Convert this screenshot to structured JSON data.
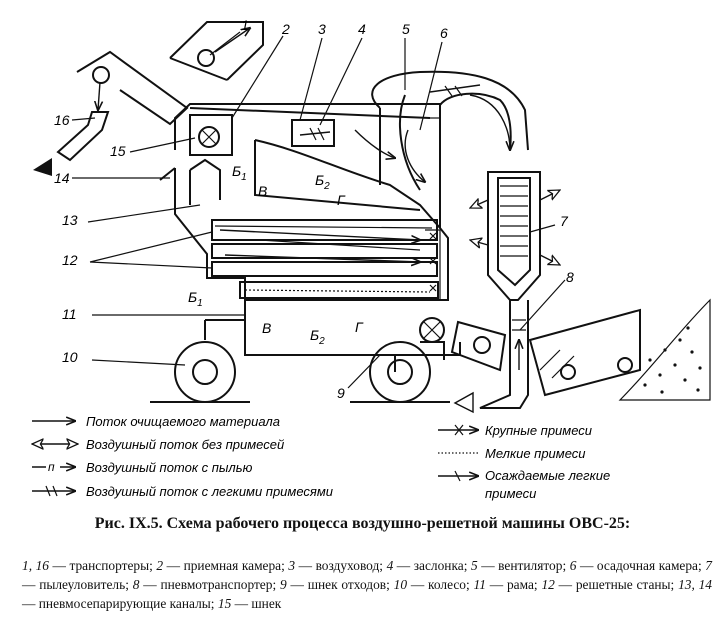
{
  "labels": {
    "n1": "1",
    "n2": "2",
    "n3": "3",
    "n4": "4",
    "n5": "5",
    "n6": "6",
    "n7": "7",
    "n8": "8",
    "n9": "9",
    "n10": "10",
    "n11": "11",
    "n12": "12",
    "n13": "13",
    "n14": "14",
    "n15": "15",
    "n16": "16",
    "b1": "Б",
    "b1_sub": "1",
    "b2": "Б",
    "b2_sub": "2",
    "v": "В",
    "g": "Г"
  },
  "legend": {
    "material": "Поток очищаемого материала",
    "clean_air": "Воздушный поток без примесей",
    "dust_air": "Воздушный поток с пылью",
    "light_air": "Воздушный поток с легкими примесями",
    "coarse": "Крупные примеси",
    "fine": "Мелкие примеси",
    "settled_1": "Осаждаемые легкие",
    "settled_2": "примеси",
    "dust_mark": "п"
  },
  "caption": {
    "title": "Рис. IX.5. Схема рабочего процесса воздушно-решетной машины ОВС-25:",
    "items": [
      {
        "num": "1, 16",
        "text": "транспортеры;"
      },
      {
        "num": "2",
        "text": "приемная камера;"
      },
      {
        "num": "3",
        "text": "воздуховод;"
      },
      {
        "num": "4",
        "text": "заслонка;"
      },
      {
        "num": "5",
        "text": "вентилятор;"
      },
      {
        "num": "6",
        "text": "осадочная камера;"
      },
      {
        "num": "7",
        "text": "пылеуловитель;"
      },
      {
        "num": "8",
        "text": "пневмотранспортер;"
      },
      {
        "num": "9",
        "text": "шнек отходов;"
      },
      {
        "num": "10",
        "text": "колесо;"
      },
      {
        "num": "11",
        "text": "рама;"
      },
      {
        "num": "12",
        "text": "решетные станы;"
      },
      {
        "num": "13, 14",
        "text": "пневмосепарирующие каналы;"
      },
      {
        "num": "15",
        "text": "шнек"
      }
    ]
  }
}
